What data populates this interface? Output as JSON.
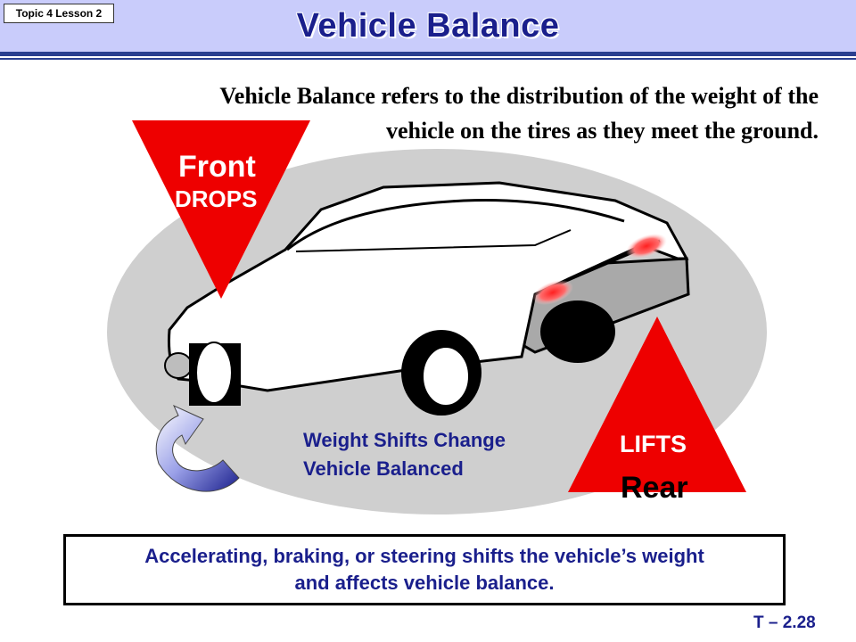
{
  "header": {
    "topic_tag": "Topic 4 Lesson 2",
    "title": "Vehicle Balance",
    "band_color": "#c9ccfb",
    "rule_color": "#2a3f8f"
  },
  "intro": {
    "line1": "Vehicle Balance refers to the distribution of the weight of the",
    "line2": "vehicle on the tires as they meet the ground."
  },
  "diagram": {
    "front_label": "Front",
    "front_state": "DROPS",
    "rear_label": "Rear",
    "rear_state": "LIFTS",
    "shift_line1": "Weight Shifts Change",
    "shift_line2": "Vehicle Balanced",
    "arrow_color": "#ee0000",
    "accent_color": "#1a1f8c"
  },
  "callout": {
    "line1": "Accelerating, braking, or steering shifts the vehicle’s weight",
    "line2": "and affects vehicle balance."
  },
  "footer": {
    "slide_number": "T – 2.28"
  }
}
